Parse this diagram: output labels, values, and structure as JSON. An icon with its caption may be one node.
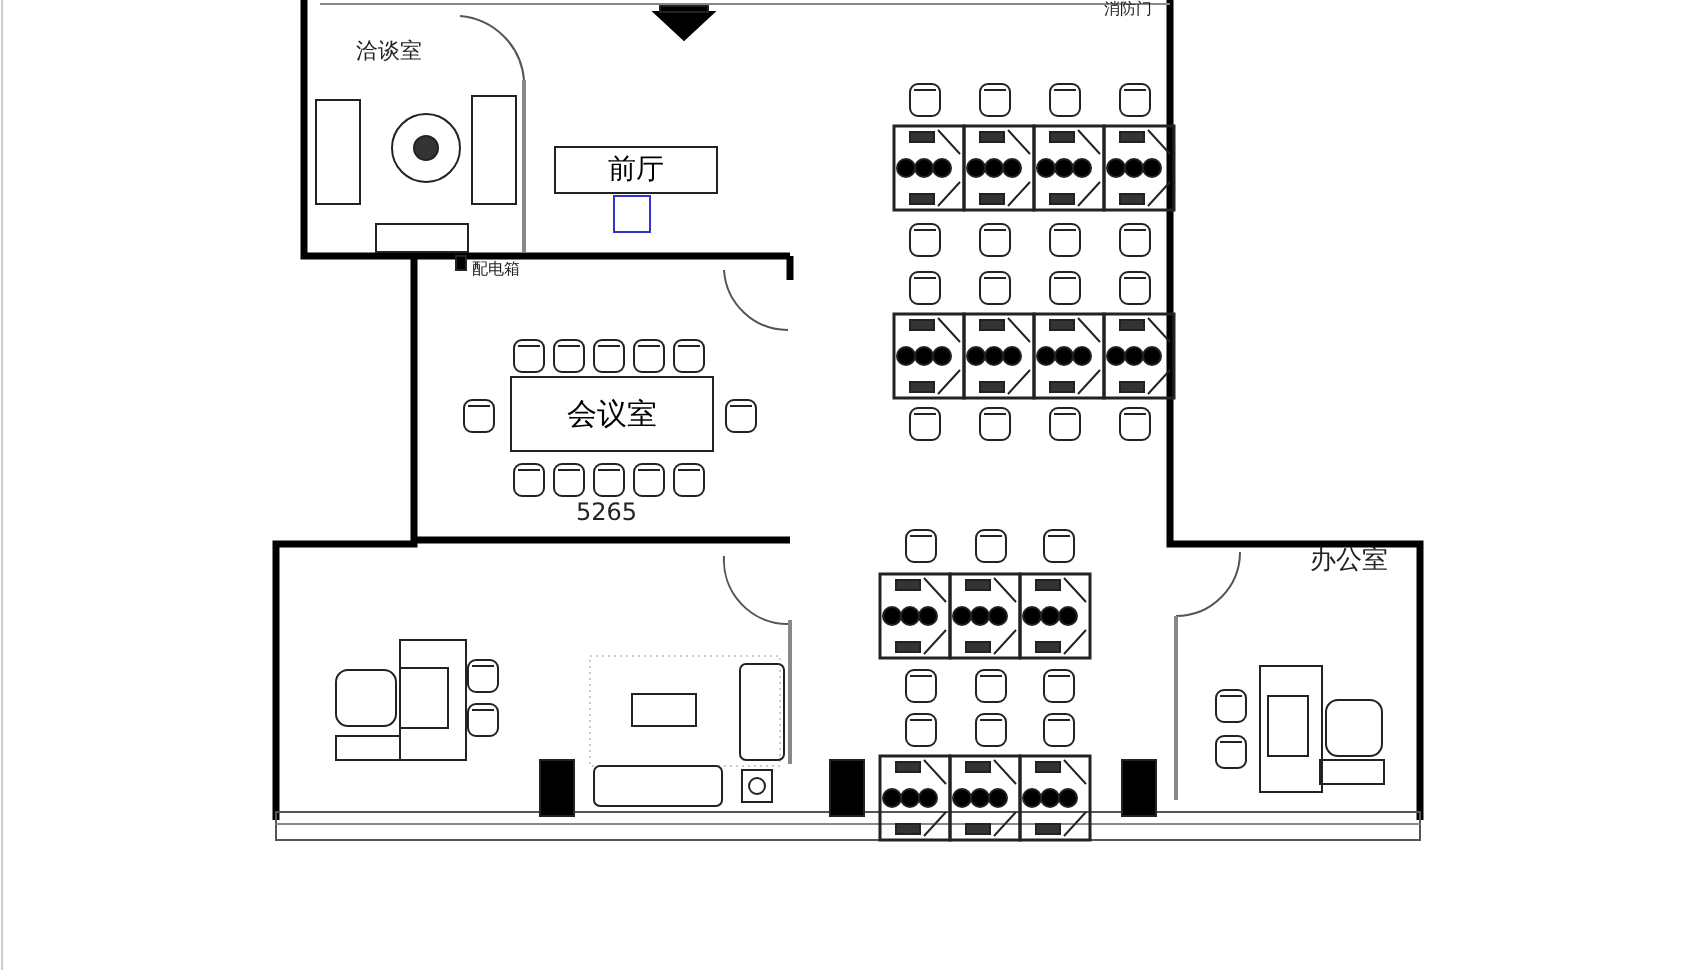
{
  "diagram": {
    "nodes": [
      {
        "text": [
          "前厅"
        ]
      },
      {
        "text": [
          "会议室"
        ]
      }
    ],
    "labels": [
      "洽谈室",
      "消防门",
      "配电箱",
      "5265",
      "办公室"
    ]
  }
}
